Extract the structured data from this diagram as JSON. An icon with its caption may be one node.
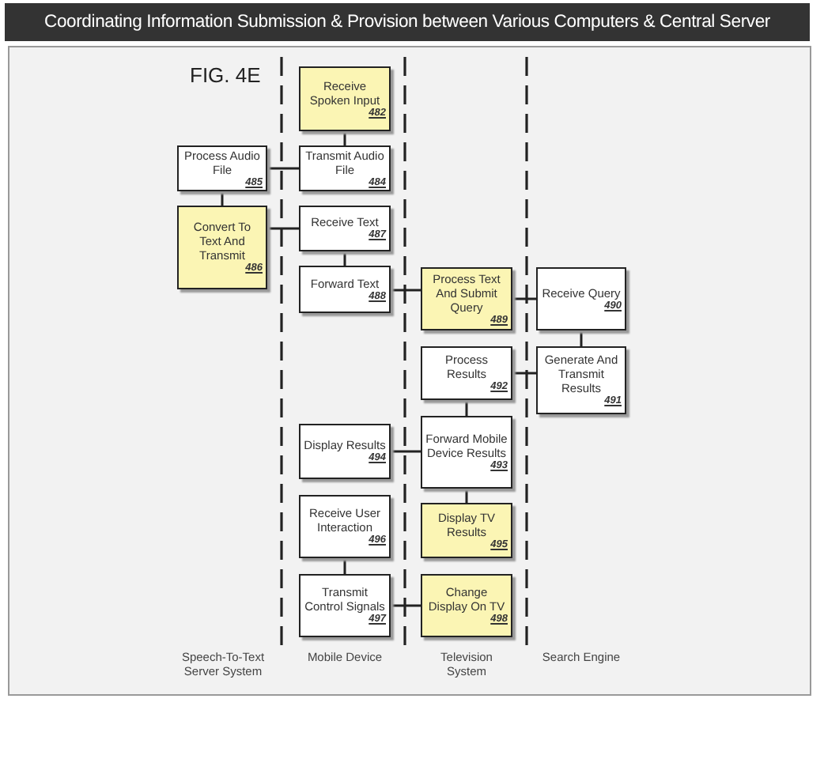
{
  "diagram": {
    "title": "Coordinating Information Submission & Provision between Various Computers & Central Server",
    "nodes": [
      {
        "text": [
          "Receive Spoken Input",
          "482"
        ]
      },
      {
        "text": [
          "Process Audio File",
          "485"
        ]
      },
      {
        "text": [
          "Transmit Audio File",
          "484"
        ]
      },
      {
        "text": [
          "Convert To Text And Transmit",
          "486"
        ]
      },
      {
        "text": [
          "Receive Text",
          "487"
        ]
      },
      {
        "text": [
          "Forward Text",
          "488"
        ]
      },
      {
        "text": [
          "Process Text And Submit Query",
          "489"
        ]
      },
      {
        "text": [
          "Receive Query",
          "490"
        ]
      },
      {
        "text": [
          "Process Results",
          "492"
        ]
      },
      {
        "text": [
          "Generate And Transmit Results",
          "491"
        ]
      },
      {
        "text": [
          "Display Results",
          "494"
        ]
      },
      {
        "text": [
          "Forward Mobile Device Results",
          "493"
        ]
      },
      {
        "text": [
          "Receive User Interaction",
          "496"
        ]
      },
      {
        "text": [
          "Display TV Results",
          "495"
        ]
      },
      {
        "text": [
          "Transmit Control Signals",
          "497"
        ]
      },
      {
        "text": [
          "Change Display On TV",
          "498"
        ]
      }
    ],
    "edges": [
      {
        "from": 0,
        "to": 2,
        "arrow": "none"
      },
      {
        "from": 2,
        "to": 1,
        "arrow": "none"
      },
      {
        "from": 1,
        "to": 3,
        "arrow": "none"
      },
      {
        "from": 3,
        "to": 4,
        "arrow": "none"
      },
      {
        "from": 4,
        "to": 5,
        "arrow": "none"
      },
      {
        "from": 5,
        "to": 6,
        "arrow": "none"
      },
      {
        "from": 6,
        "to": 7,
        "arrow": "none"
      },
      {
        "from": 7,
        "to": 9,
        "arrow": "none"
      },
      {
        "from": 9,
        "to": 8,
        "arrow": "none"
      },
      {
        "from": 8,
        "to": 11,
        "arrow": "none"
      },
      {
        "from": 11,
        "to": 10,
        "arrow": "none"
      },
      {
        "from": 11,
        "to": 13,
        "arrow": "none"
      },
      {
        "from": 12,
        "to": 14,
        "arrow": "none"
      },
      {
        "from": 14,
        "to": 15,
        "arrow": "none"
      }
    ],
    "labels": [
      "FIG. 4E",
      "Speech-To-Text Server System",
      "Mobile Device",
      "Television System",
      "Search Engine"
    ]
  }
}
